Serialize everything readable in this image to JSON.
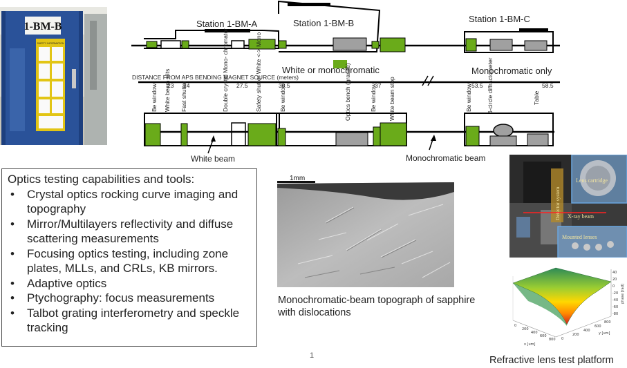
{
  "diagram": {
    "stations": [
      "Station 1-BM-A",
      "Station 1-BM-B",
      "Station 1-BM-C"
    ],
    "distance_title": "DISTANCE  FROM APS  BENDING MAGNET  SOURCE (meters)",
    "white_or_mono": "White or monochromatic",
    "mono_only": "Monochromatic only",
    "distances": [
      "23",
      "24",
      "27.5",
      "30.5",
      "37",
      "53.5",
      "58.5"
    ],
    "components": [
      "Be window",
      "White beam slits",
      "Fast shutter",
      "Double crystal Mono- chromator",
      "Safety shutter White <-> Mono",
      "Be window",
      "Optics bench (granite)",
      "Be window",
      "White beam stop",
      "Be window",
      "6-circle diffractometer",
      "Table"
    ],
    "white_beam": "White beam",
    "mono_beam": "Monochromatic beam",
    "door_sign": "1-BM-B",
    "door_label": "SAFETY INFORMATION",
    "colors": {
      "green": "#6aab1a",
      "gray": "#a0a0a0"
    }
  },
  "capabilities": {
    "heading": "Optics testing capabilities and tools:",
    "items": [
      "Crystal optics rocking curve imaging and topography",
      "Mirror/Multilayers reflectivity and diffuse scattering measurements",
      "Focusing optics testing, including zone plates, MLLs, and CRLs, KB mirrors.",
      "Adaptive optics",
      "Ptychography: focus measurements",
      "Talbot grating interferometry and speckle tracking"
    ]
  },
  "topograph": {
    "scale": "1mm",
    "caption": "Monochromatic-beam topograph of sapphire with dislocations"
  },
  "lens_platform": {
    "labels": [
      "Detector system",
      "Lens cartridge",
      "X-ray beam",
      "Mounted lenses"
    ],
    "axis_z": "phase [rad]",
    "axis_x": "x [um]",
    "axis_y": "y [um]",
    "z_ticks": [
      "40",
      "20",
      "0",
      "-20",
      "-40",
      "-60",
      "-80"
    ],
    "x_ticks": [
      "0",
      "200",
      "400",
      "600",
      "800"
    ],
    "y_ticks": [
      "0",
      "200",
      "400",
      "600",
      "800"
    ],
    "caption": "Refractive lens test platform"
  },
  "slide_number": "1"
}
